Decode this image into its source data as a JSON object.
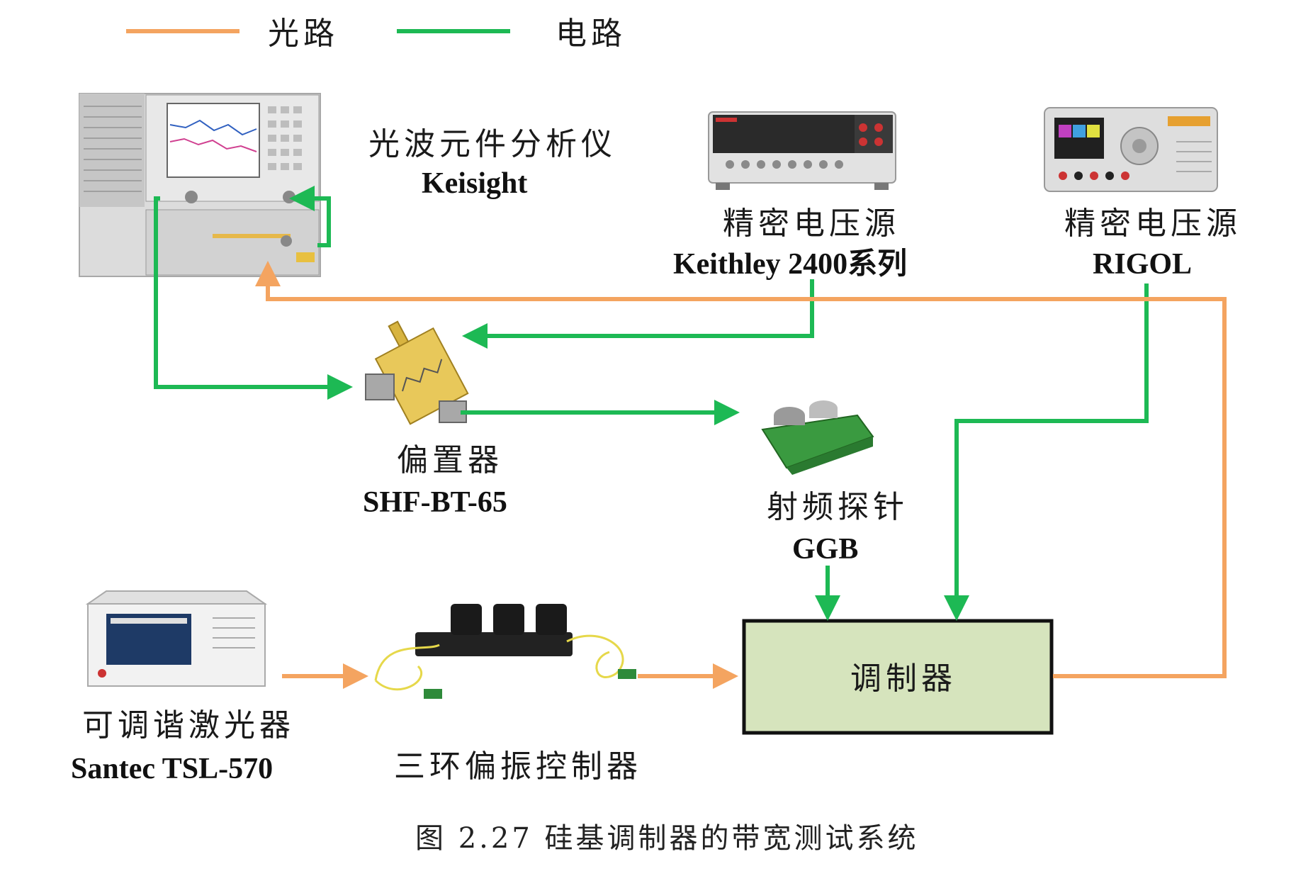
{
  "legend": {
    "optical_label": "光路",
    "electrical_label": "电路",
    "optical_color": "#f4a460",
    "electrical_color": "#1db954"
  },
  "devices": {
    "analyzer": {
      "name_cn": "光波元件分析仪",
      "name_en": "Keisight"
    },
    "keithley": {
      "name_cn": "精密电压源",
      "name_en": "Keithley 2400系列"
    },
    "rigol": {
      "name_cn": "精密电压源",
      "name_en": "RIGOL"
    },
    "bias_tee": {
      "name_cn": "偏置器",
      "name_en": "SHF-BT-65"
    },
    "rf_probe": {
      "name_cn": "射频探针",
      "name_en": "GGB"
    },
    "laser": {
      "name_cn": "可调谐激光器",
      "name_en": "Santec TSL-570"
    },
    "polarization": {
      "name_cn": "三环偏振控制器"
    },
    "modulator": {
      "name_cn": "调制器",
      "fill": "#d6e4bd"
    }
  },
  "caption": "图 2.27 硅基调制器的带宽测试系统"
}
